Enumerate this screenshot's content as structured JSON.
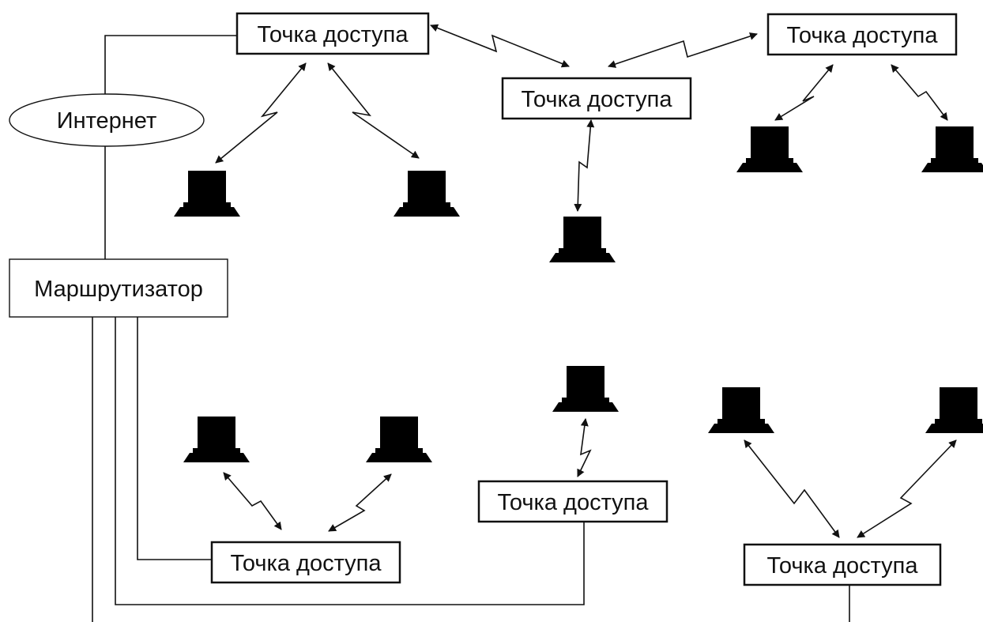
{
  "nodes": {
    "internet": {
      "label": "Интернет"
    },
    "router": {
      "label": "Маршрутизатор"
    },
    "access_points": [
      {
        "id": "ap-1",
        "label": "Точка доступа"
      },
      {
        "id": "ap-2",
        "label": "Точка доступа"
      },
      {
        "id": "ap-3",
        "label": "Точка доступа"
      },
      {
        "id": "ap-4",
        "label": "Точка доступа"
      },
      {
        "id": "ap-5",
        "label": "Точка доступа"
      },
      {
        "id": "ap-6",
        "label": "Точка доступа"
      }
    ]
  },
  "icons": {
    "client": "laptop-icon",
    "wireless_link": "lightning-arrow-icon"
  },
  "colors": {
    "stroke": "#111111",
    "background": "#ffffff"
  }
}
